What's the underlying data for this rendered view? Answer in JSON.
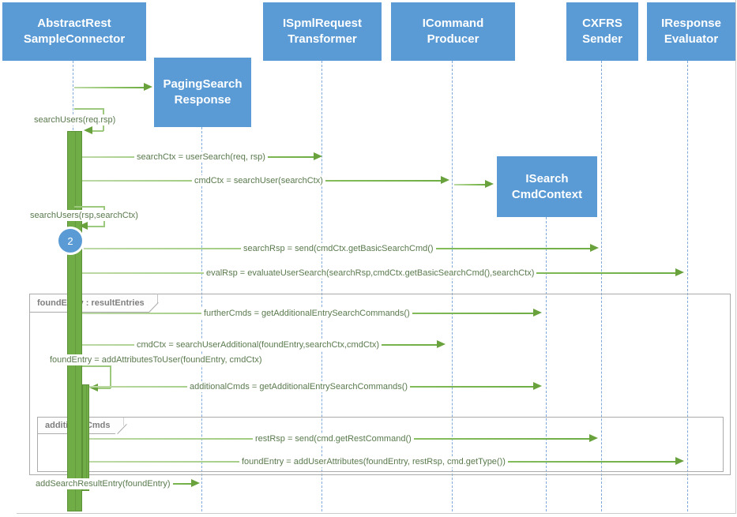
{
  "diagram": {
    "type": "uml-sequence-diagram",
    "participants": [
      {
        "id": "abstract-rest-sample-connector",
        "label": "AbstractRest\nSampleConnector"
      },
      {
        "id": "ispml-request-transformer",
        "label": "ISpmlRequest\nTransformer"
      },
      {
        "id": "icommand-producer",
        "label": "ICommand\nProducer"
      },
      {
        "id": "cxfrs-sender",
        "label": "CXFRS\nSender"
      },
      {
        "id": "iresponse-evaluator",
        "label": "IResponse\nEvaluator"
      }
    ],
    "objects": [
      {
        "id": "paging-search-response",
        "label": "PagingSearch\nResponse"
      },
      {
        "id": "isearch-cmd-context",
        "label": "ISearch\nCmdContext"
      }
    ],
    "badge": {
      "label": "2"
    },
    "fragments": [
      {
        "id": "loop-result-entries",
        "label": "foundEntry : resultEntries"
      },
      {
        "id": "loop-additional-cmds",
        "label": "additionalCmds"
      }
    ],
    "messages": [
      {
        "from": "AbstractRestSampleConnector",
        "to": "PagingSearchResponse",
        "kind": "create",
        "label": ""
      },
      {
        "from": "AbstractRestSampleConnector",
        "to": "AbstractRestSampleConnector",
        "kind": "self",
        "label": "searchUsers(req.rsp)"
      },
      {
        "from": "AbstractRestSampleConnector",
        "to": "ISpmlRequestTransformer",
        "kind": "call",
        "label": "searchCtx = userSearch(req, rsp)"
      },
      {
        "from": "AbstractRestSampleConnector",
        "to": "ICommandProducer",
        "kind": "call",
        "label": "cmdCtx = searchUser(searchCtx)"
      },
      {
        "from": "ICommandProducer",
        "to": "ISearchCmdContext",
        "kind": "create",
        "label": ""
      },
      {
        "from": "AbstractRestSampleConnector",
        "to": "AbstractRestSampleConnector",
        "kind": "self",
        "label": "searchUsers(rsp,searchCtx)"
      },
      {
        "from": "AbstractRestSampleConnector",
        "to": "CXFRSSender",
        "kind": "call",
        "label": "searchRsp = send(cmdCtx.getBasicSearchCmd()"
      },
      {
        "from": "AbstractRestSampleConnector",
        "to": "IResponseEvaluator",
        "kind": "call",
        "label": "evalRsp = evaluateUserSearch(searchRsp,cmdCtx.getBasicSearchCmd(),searchCtx)"
      },
      {
        "from": "AbstractRestSampleConnector",
        "to": "ISearchCmdContext",
        "kind": "call",
        "label": "furtherCmds = getAdditionalEntrySearchCommands()"
      },
      {
        "from": "AbstractRestSampleConnector",
        "to": "ICommandProducer",
        "kind": "call",
        "label": "cmdCtx = searchUserAdditional(foundEntry,searchCtx,cmdCtx)"
      },
      {
        "from": "AbstractRestSampleConnector",
        "to": "AbstractRestSampleConnector",
        "kind": "self",
        "label": "foundEntry = addAttributesToUser(foundEntry, cmdCtx)"
      },
      {
        "from": "AbstractRestSampleConnector",
        "to": "ISearchCmdContext",
        "kind": "call",
        "label": "additionalCmds = getAdditionalEntrySearchCommands()"
      },
      {
        "from": "AbstractRestSampleConnector",
        "to": "CXFRSSender",
        "kind": "call",
        "label": "restRsp = send(cmd.getRestCommand()"
      },
      {
        "from": "AbstractRestSampleConnector",
        "to": "IResponseEvaluator",
        "kind": "call",
        "label": "foundEntry = addUserAttributes(foundEntry, restRsp, cmd.getType())"
      },
      {
        "from": "AbstractRestSampleConnector",
        "to": "PagingSearchResponse",
        "kind": "call",
        "label": "addSearchResultEntry(foundEntry)"
      }
    ],
    "colors": {
      "participant_fill": "#5B9BD5",
      "participant_text": "#FFFFFF",
      "lifeline": "#7EA9DA",
      "message_green": "#70AD47",
      "message_green_light": "#A9D18E",
      "activation_fill": "#71AD47",
      "fragment_border": "#ABABAB",
      "fragment_label_text": "#7F7F7F",
      "message_text": "#5A7A4E",
      "badge_fill": "#5B9BD5"
    }
  }
}
